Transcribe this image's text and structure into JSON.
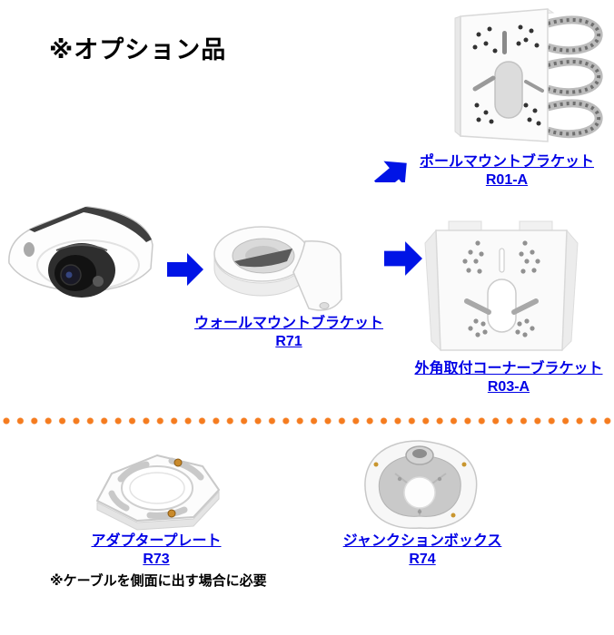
{
  "title": "※オプション品",
  "note": "※ケーブルを側面に出す場合に必要",
  "products": {
    "pole_mount": {
      "label": "ポールマウントブラケット",
      "model": "R01-A"
    },
    "wall_mount": {
      "label": "ウォールマウントブラケット",
      "model": "R71"
    },
    "corner_mount": {
      "label": "外角取付コーナーブラケット",
      "model": "R03-A"
    },
    "adapter_plate": {
      "label": "アダプタープレート",
      "model": "R73"
    },
    "junction_box": {
      "label": "ジャンクションボックス",
      "model": "R74"
    }
  },
  "icons": {
    "camera": "dome-camera-photo",
    "arrows": "blue-solid-arrow",
    "divider": "orange-dotted-line"
  },
  "colors": {
    "link_blue": "#0000e6",
    "arrow_blue": "#0014e6",
    "divider_orange": "#f57c1f"
  }
}
